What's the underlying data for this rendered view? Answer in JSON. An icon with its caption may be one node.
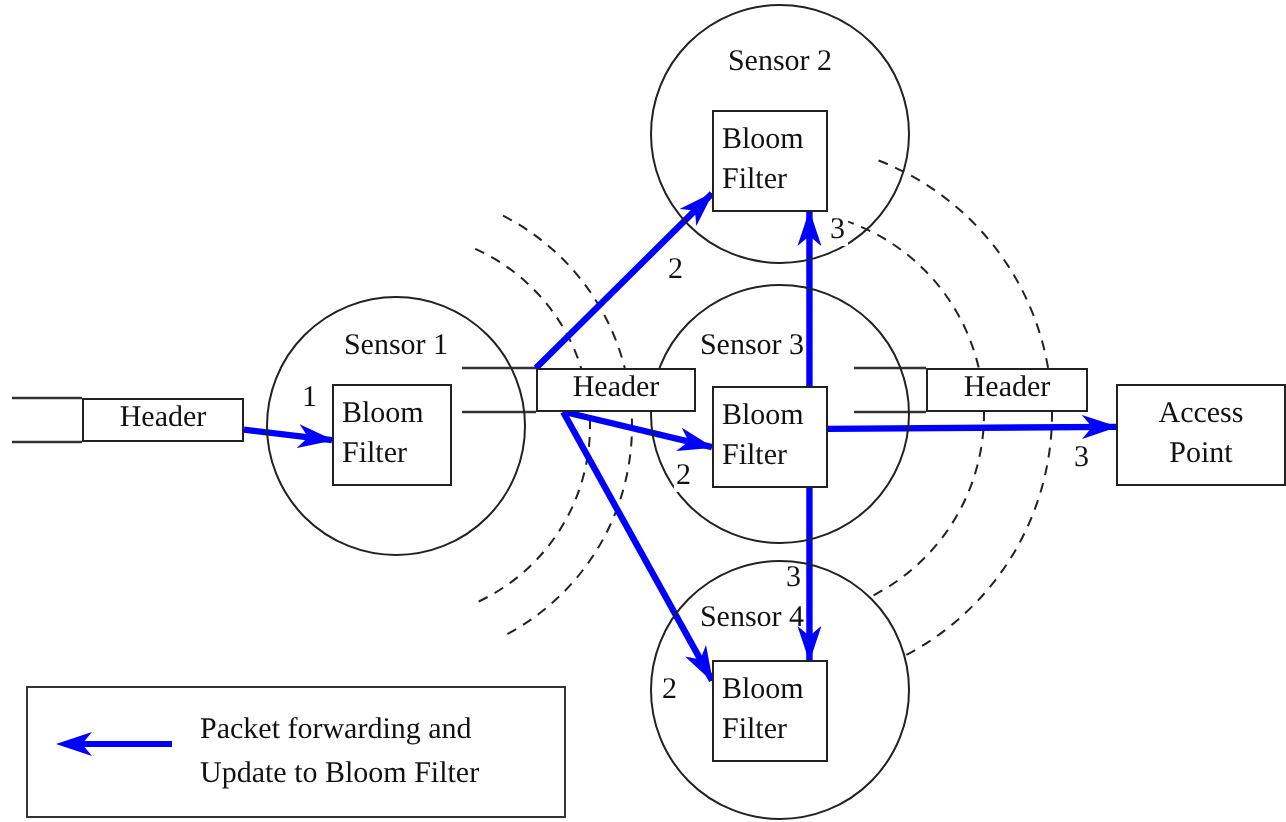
{
  "diagram": {
    "nodes": [
      {
        "text": [
          "Sensor 1"
        ]
      },
      {
        "text": [
          "Bloom Filter"
        ],
        "in": 0
      },
      {
        "text": [
          "Sensor 2"
        ]
      },
      {
        "text": [
          "Bloom Filter"
        ],
        "in": 2
      },
      {
        "text": [
          "Sensor 3"
        ]
      },
      {
        "text": [
          "Bloom Filter"
        ],
        "in": 4
      },
      {
        "text": [
          "Sensor 4"
        ]
      },
      {
        "text": [
          "Bloom Filter"
        ],
        "in": 6
      },
      {
        "text": [
          "Access Point"
        ]
      },
      {
        "text": [
          "Header"
        ]
      },
      {
        "text": [
          "Header"
        ]
      },
      {
        "text": [
          "Header"
        ]
      }
    ],
    "edges": [
      {
        "from": 9,
        "to": 1,
        "arrow": "to",
        "label": "1"
      },
      {
        "from": 10,
        "to": 3,
        "arrow": "to",
        "label": "2"
      },
      {
        "from": 10,
        "to": 5,
        "arrow": "to",
        "label": "2"
      },
      {
        "from": 10,
        "to": 7,
        "arrow": "to",
        "label": "2"
      },
      {
        "from": 5,
        "to": 3,
        "arrow": "to",
        "label": "3"
      },
      {
        "from": 5,
        "to": 7,
        "arrow": "to",
        "label": "3"
      },
      {
        "from": 5,
        "to": 8,
        "arrow": "to",
        "label": "3"
      }
    ],
    "legend": [
      {
        "text": "Packet forwarding and Update to Bloom Filter"
      }
    ]
  }
}
